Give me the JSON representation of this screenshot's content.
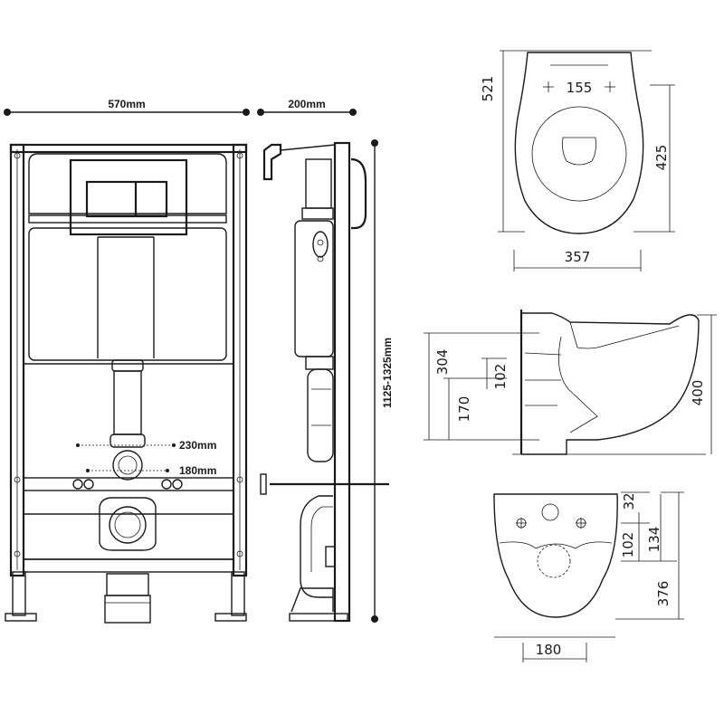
{
  "frame": {
    "width_label": "570mm",
    "depth_label": "200mm",
    "height_label": "1125-1325mm",
    "bolt_wide_label": "230mm",
    "bolt_narrow_label": "180mm"
  },
  "bowl_top": {
    "overall_length": "521",
    "fixing_distance": "155",
    "seat_length": "425",
    "width": "357"
  },
  "bowl_side": {
    "inlet_height": "304",
    "outlet_offset": "102",
    "outlet_height": "170",
    "bowl_height": "400"
  },
  "bowl_back": {
    "top_to_bolts": "32",
    "bolt_to_outlet": "102",
    "top_to_outlet": "134",
    "lower_height": "376",
    "outlet_width": "180"
  },
  "colors": {
    "line": "#1a1a1a",
    "background": "#ffffff"
  }
}
